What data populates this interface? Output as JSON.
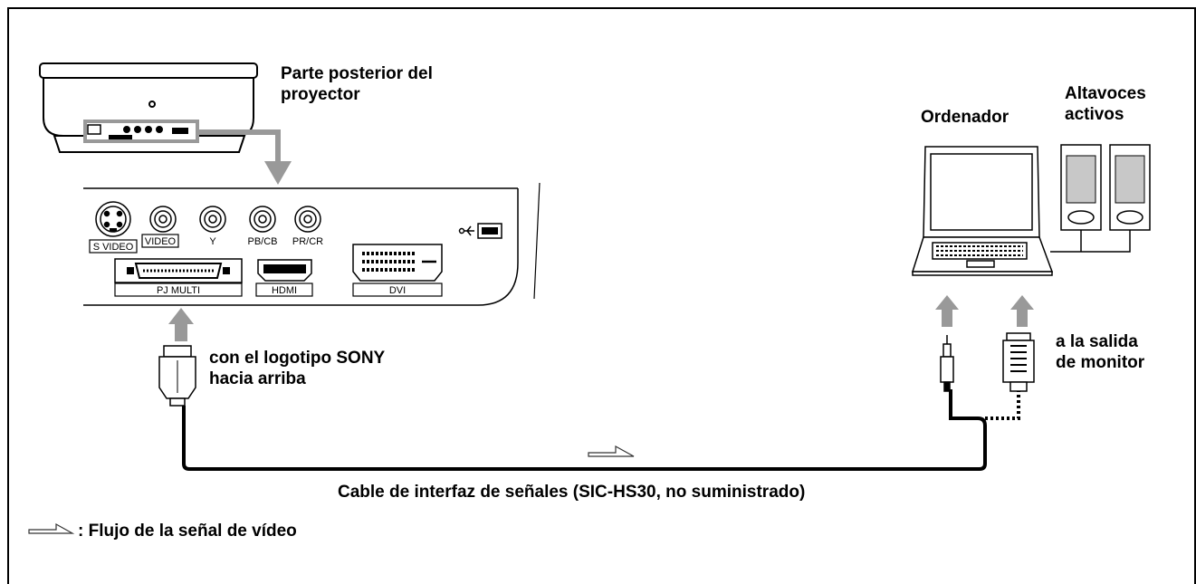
{
  "labels": {
    "projector_rear": [
      "Parte posterior del",
      "proyector"
    ],
    "computer": "Ordenador",
    "speakers": [
      "Altavoces",
      "activos"
    ],
    "sony_logo": [
      "con el logotipo SONY",
      "hacia arriba"
    ],
    "monitor_out": [
      "a la salida",
      "de monitor"
    ],
    "cable": "Cable de interfaz de señales (SIC-HS30, no suministrado)",
    "legend": ": Flujo de la señal de vídeo"
  },
  "ports": {
    "s_video": "S VIDEO",
    "video": "VIDEO",
    "y": "Y",
    "pb_cb": "PB/CB",
    "pr_cr": "PR/CR",
    "pj_multi": "PJ MULTI",
    "hdmi": "HDMI",
    "dvi": "DVI"
  }
}
